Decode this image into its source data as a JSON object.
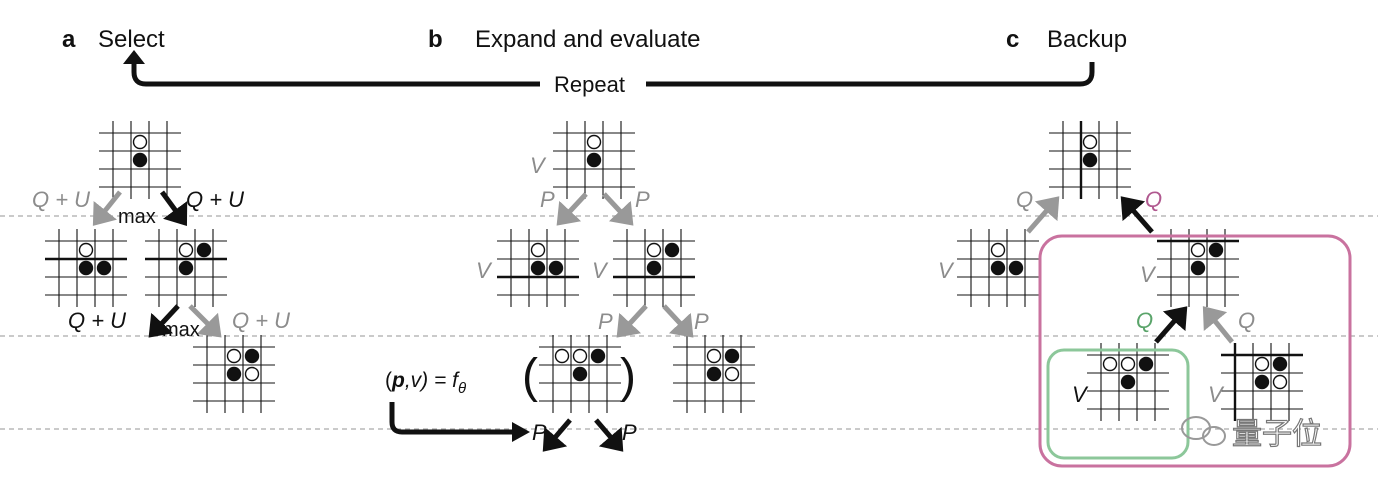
{
  "panels": [
    {
      "letter": "a",
      "title": "Select"
    },
    {
      "letter": "b",
      "title": "Expand and evaluate"
    },
    {
      "letter": "c",
      "title": "Backup"
    }
  ],
  "repeat_label": "Repeat",
  "labels": {
    "q_plus_u": "Q + U",
    "max": "max",
    "v": "V",
    "p": "P",
    "q": "Q",
    "left_paren": "(",
    "right_paren": ")"
  },
  "network_label": {
    "open": "(",
    "p": "p",
    "comma_v": ",v) = ",
    "f": "f",
    "theta": "θ"
  },
  "watermark": "量子位",
  "colors": {
    "black_arrow": "#111111",
    "grey_arrow": "#999999",
    "pink": "#c9729f",
    "green": "#8cc79a",
    "dashed": "#aaaaaa"
  }
}
